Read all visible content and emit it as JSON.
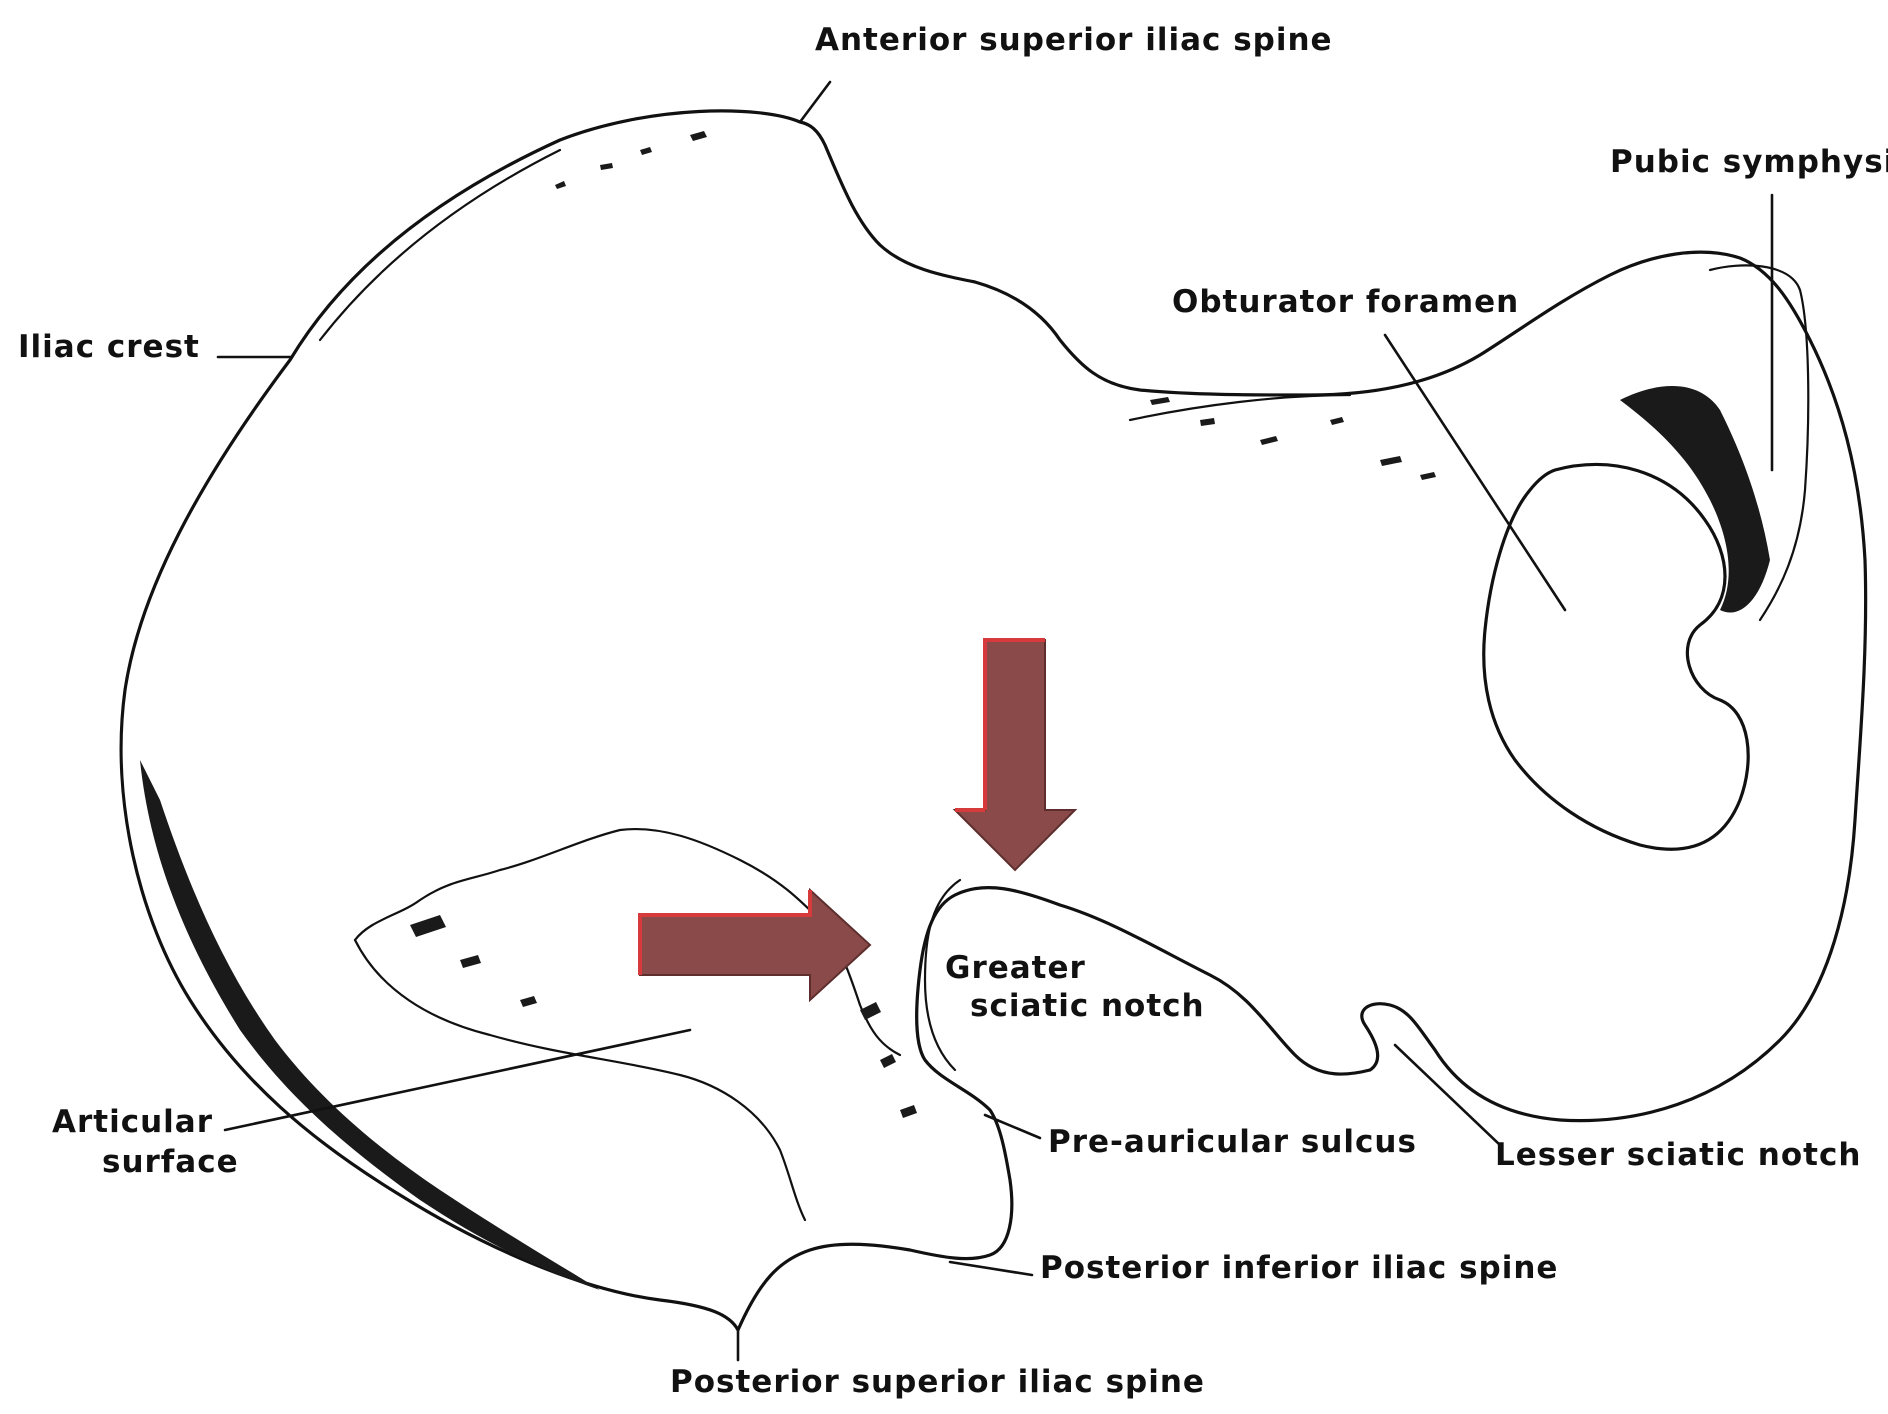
{
  "diagram": {
    "labels": {
      "anterior_superior_iliac_spine": "Anterior superior iliac spine",
      "pubic_symphysis": "Pubic symphysis",
      "obturator_foramen": "Obturator foramen",
      "iliac_crest": "Iliac crest",
      "greater_sciatic_notch_line1": "Greater",
      "greater_sciatic_notch_line2": "sciatic notch",
      "articular_surface_line1": "Articular",
      "articular_surface_line2": "surface",
      "pre_auricular_sulcus": "Pre-auricular sulcus",
      "lesser_sciatic_notch": "Lesser sciatic notch",
      "posterior_inferior_iliac_spine": "Posterior inferior iliac spine",
      "posterior_superior_iliac_spine": "Posterior superior iliac spine"
    },
    "arrow_color": "#8b4a4a",
    "arrow_edge_color": "#d63a3a",
    "ink_color": "#111111"
  }
}
